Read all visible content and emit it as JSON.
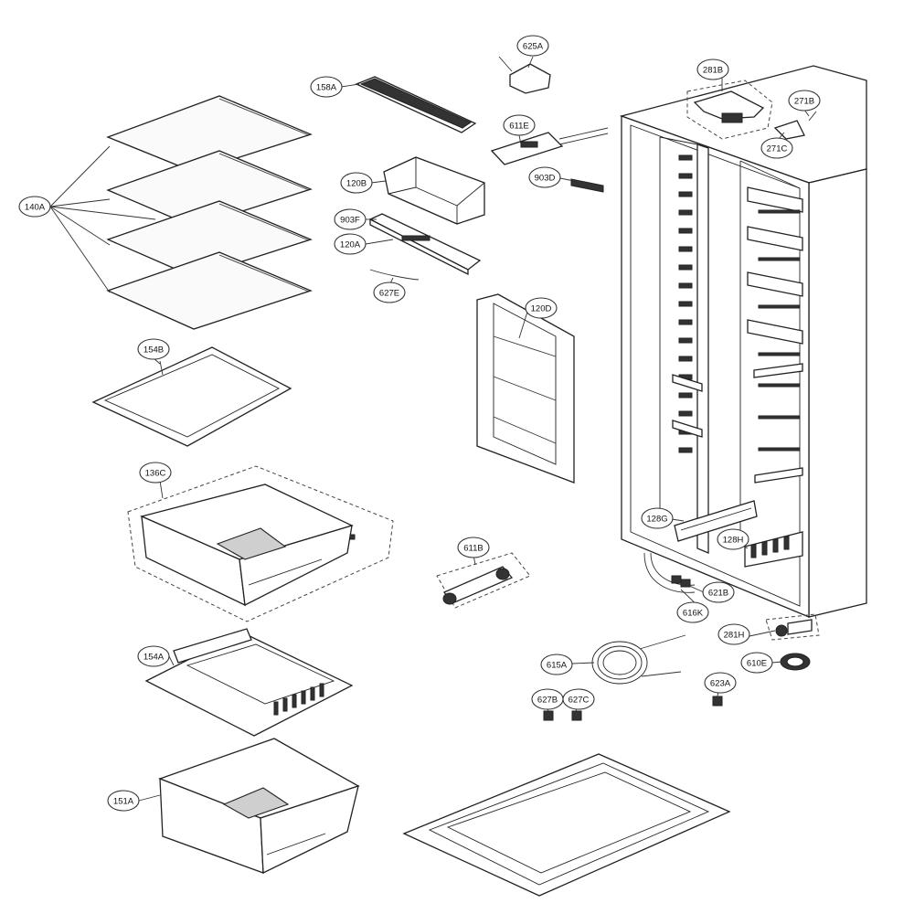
{
  "labels": {
    "c625A": "625A",
    "c158A": "158A",
    "c611E": "611E",
    "c281B": "281B",
    "c271B": "271B",
    "c271C": "271C",
    "c120B": "120B",
    "c903D": "903D",
    "c903F": "903F",
    "c120A": "120A",
    "c627E": "627E",
    "c140A": "140A",
    "c120D": "120D",
    "c154B": "154B",
    "c136C": "136C",
    "c128G": "128G",
    "c128H": "128H",
    "c611B": "611B",
    "c621B": "621B",
    "c616K": "616K",
    "c281H": "281H",
    "c154A": "154A",
    "c615A": "615A",
    "c610E": "610E",
    "c623A": "623A",
    "c627B": "627B",
    "c627C": "627C",
    "c151A": "151A"
  }
}
